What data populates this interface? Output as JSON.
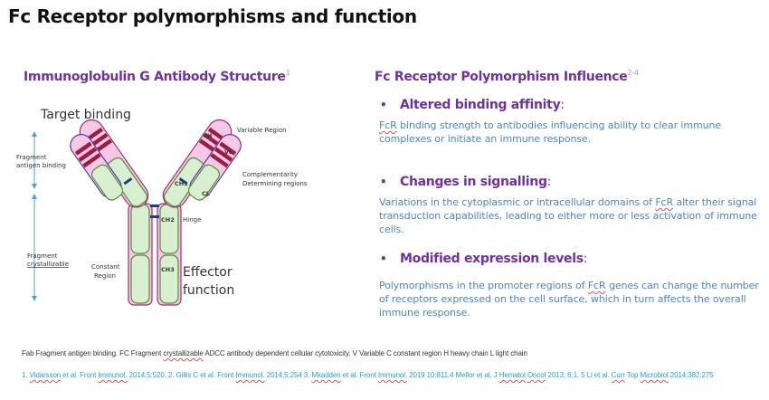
{
  "page": {
    "title": "Fc Receptor polymorphisms and function"
  },
  "left_section": {
    "heading": "Immunoglobulin G Antibody Structure",
    "heading_ref": "1",
    "diagram": {
      "target_binding": "Target binding",
      "effector_line1": "Effector",
      "effector_line2": "function",
      "fab_line1": "Fragment",
      "fab_line2": "antigen binding",
      "fc_line1": "Fragment",
      "fc_line2": "crystallizable",
      "constant_line1": "Constant",
      "constant_line2": "Region",
      "variable_region": "Variable Region",
      "cdr_line1": "Complementarity",
      "cdr_line2": "Determining regions",
      "hinge": "Hinge",
      "domains": {
        "vh": "VH",
        "vl": "VL",
        "ch1": "CH1",
        "cl": "CL",
        "ch2": "CH2",
        "ch3": "CH3"
      },
      "colors": {
        "heavy_chain_outline": "#a0306a",
        "light_chain_outline": "#5040a0",
        "variable_fill": "#f5c8e6",
        "cdr_band": "#9a1e44",
        "constant_fill": "#d8f0d0",
        "constant_outline": "#5a8a40",
        "disulfide": "#1a3c8a",
        "arrow": "#5b9bd5"
      }
    }
  },
  "right_section": {
    "heading": "Fc Receptor Polymorphism Influence",
    "heading_ref": "2-4",
    "items": [
      {
        "title": "Altered binding affinity",
        "colon": ":",
        "term": "FcR",
        "text": " binding strength to antibodies influencing ability to clear immune complexes or initiate an immune response."
      },
      {
        "title": "Changes in signalling",
        "colon": ":",
        "text_before": "Variations in the cytoplasmic or intracellular domains of ",
        "term": "FcR",
        "text_after": " alter their signal transduction capabilities, leading to either more or less activation of immune cells."
      },
      {
        "title": "Modified expression levels",
        "colon": ":",
        "text_before": "Polymorphisms in the promoter regions of ",
        "term": "FcR",
        "text_after": " genes can change the number of receptors expressed on the cell surface, which in turn affects the overall immune response."
      }
    ],
    "bullet_char": "•"
  },
  "footer": {
    "abbrev_before": "Fab Fragment antigen binding. FC Fragment ",
    "abbrev_term": "crystallizable",
    "abbrev_after": " ADCC antibody dependent cellular cytotoxicity. V Variable C constant region H heavy chain L light chain",
    "refs": {
      "r1_num": "1. ",
      "r1_author": "Vidarsson",
      "r1_mid": " et al. Front ",
      "r1_journal": "Immunol.",
      "r1_end": " 2014;5:520. 2. Gillis C et al. Front ",
      "r2_journal": "Immunol.",
      "r2_end": " 2014;5:254 3. ",
      "r3_author": "Mkadden",
      "r3_mid": " et al. Front ",
      "r3_journal": "Immunol.",
      "r3_end": "  2019 10:811.4 Mellor et al. J ",
      "r4_j1": "Hematol",
      "r4_sp": " ",
      "r4_j2": "Oncol",
      "r4_end": " 2013; 6:1. 5 Li et al. ",
      "r5_j1": "Curr",
      "r5_mid": " Top ",
      "r5_j2": "Microbiol",
      "r5_end": " 2014:382:275"
    }
  }
}
